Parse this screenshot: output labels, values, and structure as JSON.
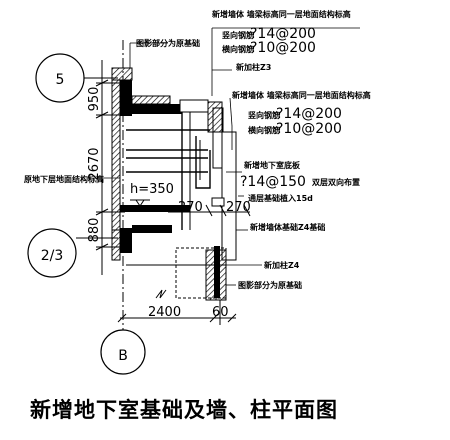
{
  "axes": {
    "axis_5": "5",
    "axis_2_3": "2/3",
    "axis_b": "B"
  },
  "annotations": {
    "top_wall_note": "新增墙体   墙梁标高同一层地面结构标高",
    "top_vertical_rebar_label": "竖向钢筋",
    "top_vertical_rebar_value": "?14@200",
    "top_horizontal_rebar_label": "横向钢筋",
    "top_horizontal_rebar_value": "?10@200",
    "foundation_part_top": "图影部分为原基础",
    "new_column_top": "新加柱Z3",
    "mid_wall_note": "新增墙体   墙梁标高同一层地面结构标高",
    "mid_vertical_rebar_label": "竖向钢筋",
    "mid_vertical_rebar_value": "?14@200",
    "mid_horizontal_rebar_label": "横向钢筋",
    "mid_horizontal_rebar_value": "?10@200",
    "basement_slab": "新增地下室底板",
    "slab_rebar": "?14@150",
    "slab_rebar_note": "双层双向布置",
    "anchor_note": "通层基础植入15d",
    "wall_foundation_note": "新增墙体基础Z4基础",
    "basement_floor_label": "原地下层地面结构标高",
    "new_column_bottom": "新加柱Z4",
    "foundation_part_bottom": "图影部分为原基础"
  },
  "dimensions": {
    "d950": "950",
    "d2670": "2670",
    "d880": "880",
    "h350": "h=350",
    "d270a": "270",
    "d270b": "270",
    "d2400": "2400",
    "d60": "60"
  },
  "title": "新增地下室基础及墙、柱平面图"
}
